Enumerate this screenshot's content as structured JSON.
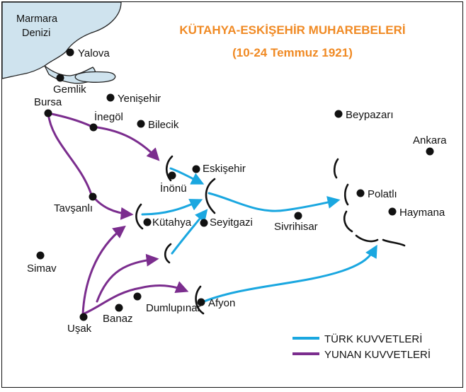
{
  "title": {
    "line1": "KÜTAHYA-ESKİŞEHİR MUHAREBELERİ",
    "line2": "(10-24 Temmuz 1921)",
    "color": "#f08a24"
  },
  "sea": {
    "line1": "Marmara",
    "line2": "Denizi",
    "color": "#cfe3ee"
  },
  "places": {
    "yalova": "Yalova",
    "gemlik": "Gemlik",
    "yenisehir": "Yenişehir",
    "bursa": "Bursa",
    "inegol": "İnegöl",
    "bilecik": "Bilecik",
    "beypazari": "Beypazarı",
    "ankara": "Ankara",
    "eskisehir": "Eskişehir",
    "inonu": "İnönü",
    "polatli": "Polatlı",
    "haymana": "Haymana",
    "tavsanli": "Tavşanlı",
    "kutahya": "Kütahya",
    "seyitgazi": "Seyitgazi",
    "sivrihisar": "Sivrihisar",
    "simav": "Simav",
    "dumlupinar": "Dumlupınar",
    "afyon": "Afyon",
    "banaz": "Banaz",
    "usak": "Uşak"
  },
  "legend": {
    "turk": {
      "label": "TÜRK KUVVETLERİ",
      "color": "#1aa7e0"
    },
    "yunan": {
      "label": "YUNAN KUVVETLERİ",
      "color": "#7b2d8e"
    }
  }
}
